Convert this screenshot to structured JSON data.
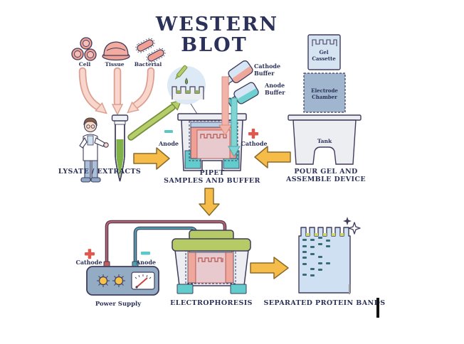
{
  "title": {
    "line1": "WESTERN",
    "line2": "BLOT"
  },
  "samples": {
    "cell": "Cell",
    "tissue": "Tissue",
    "bacterial": "Bacterial"
  },
  "step1": {
    "label": "LYSATE / EXTRACTS"
  },
  "step2": {
    "label_line1": "PIPET",
    "label_line2": "SAMPLES AND BUFFER",
    "anode": "Anode",
    "cathode": "Cathode",
    "cathode_buffer_line1": "Cathode",
    "cathode_buffer_line2": "Buffer",
    "anode_buffer_line1": "Anode",
    "anode_buffer_line2": "Buffer"
  },
  "step3": {
    "label_line1": "POUR GEL AND",
    "label_line2": "ASSEMBLE DEVICE",
    "gel_cassette_line1": "Gel",
    "gel_cassette_line2": "Cassette",
    "electrode_chamber_line1": "Electrode",
    "electrode_chamber_line2": "Chamber",
    "tank": "Tank"
  },
  "step4": {
    "label": "Power Supply",
    "cathode": "Cathode",
    "anode": "Anode"
  },
  "step5": {
    "label": "ELECTROPHORESIS"
  },
  "step6": {
    "label": "SEPARATED PROTEIN BANDS"
  },
  "colors": {
    "outline_navy": "#3f3c5c",
    "text_navy": "#2b3158",
    "salmon": "#ef9f93",
    "pink_arrow_fill": "#f8d6cb",
    "pink_arrow_border": "#dc9e90",
    "green_arrow_fill": "#b7cd69",
    "green_arrow_border": "#72903c",
    "tube_green": "#7fb347",
    "orange_arrow": "#f6bc4a",
    "orange_border": "#8a6a2a",
    "teal_liquid": "#62cbcb",
    "teal_symbol": "#5bc8c8",
    "red_symbol": "#e0574e",
    "wire_red": "#c25e5e",
    "wire_teal": "#4fa3b0",
    "light_blue": "#d6e4f2",
    "zoom_circle_blue": "#dde9f5",
    "chamber_blue": "#a0b6cf",
    "device_grey": "#eceef2",
    "gel_pink": "#e8c9ce",
    "well_red": "#b5544c",
    "cassette_blue_strip": "#b9cfe8",
    "band": "#3a6b7a",
    "well_sample": "#ccd86a",
    "power_supply_blue": "#94abc4",
    "indicator_yellow": "#f6c24a",
    "lid_green": "#b6cb65",
    "result_gel_blue": "#cfe0f2"
  },
  "gel_bands": [
    [
      425,
      336
    ],
    [
      425,
      345
    ],
    [
      425,
      353
    ],
    [
      425,
      361
    ],
    [
      425,
      370
    ],
    [
      425,
      385
    ],
    [
      436,
      336
    ],
    [
      436,
      346
    ],
    [
      436,
      356
    ],
    [
      436,
      377
    ],
    [
      436,
      386
    ],
    [
      447,
      333
    ],
    [
      447,
      342
    ],
    [
      447,
      360
    ],
    [
      447,
      369
    ],
    [
      447,
      378
    ],
    [
      458,
      337
    ],
    [
      458,
      345
    ],
    [
      458,
      369
    ]
  ],
  "gel_wells": [
    430,
    442,
    454,
    466,
    478
  ]
}
